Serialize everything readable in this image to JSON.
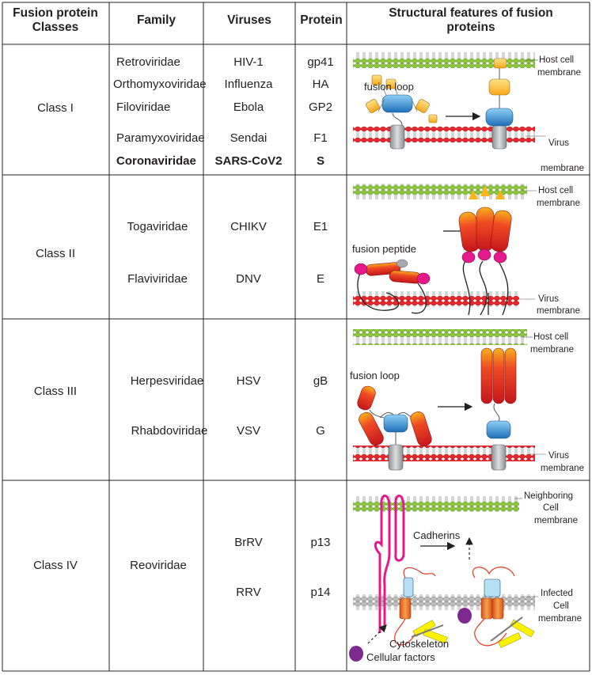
{
  "headers": {
    "classes": "Fusion protein Classes",
    "family": "Family",
    "viruses": "Viruses",
    "protein": "Protein",
    "features": "Structural features of fusion proteins"
  },
  "class1": {
    "name": "Class I",
    "rows": [
      {
        "family": "Retroviridae",
        "virus": "HIV-1",
        "protein": "gp41"
      },
      {
        "family": "Orthomyxoviridae",
        "virus": "Influenza",
        "protein": "HA"
      },
      {
        "family": "Filoviridae",
        "virus": "Ebola",
        "protein": "GP2"
      },
      {
        "family": "Paramyxoviridae",
        "virus": "Sendai",
        "protein": "F1"
      },
      {
        "family": "Coronaviridae",
        "virus": "SARS-CoV2",
        "protein": "S"
      }
    ],
    "label_loop": "fusion loop",
    "label_host_1": "Host cell",
    "label_host_2": "membrane",
    "label_virus_1": "Virus",
    "label_virus_2": "membrane"
  },
  "class2": {
    "name": "Class II",
    "rows": [
      {
        "family": "Togaviridae",
        "virus": "CHIKV",
        "protein": "E1"
      },
      {
        "family": "Flaviviridae",
        "virus": "DNV",
        "protein": "E"
      }
    ],
    "label_peptide": "fusion peptide",
    "label_host_1": "Host cell",
    "label_host_2": "membrane",
    "label_virus_1": "Virus",
    "label_virus_2": "membrane"
  },
  "class3": {
    "name": "Class III",
    "rows": [
      {
        "family": "Herpesviridae",
        "virus": "HSV",
        "protein": "gB"
      },
      {
        "family": "Rhabdoviridae",
        "virus": "VSV",
        "protein": "G"
      }
    ],
    "label_loop": "fusion loop",
    "label_host_1": "Host cell",
    "label_host_2": "membrane",
    "label_virus_1": "Virus",
    "label_virus_2": "membrane"
  },
  "class4": {
    "name": "Class IV",
    "family": "Reoviridae",
    "rows": [
      {
        "virus": "BrRV",
        "protein": "p13"
      },
      {
        "virus": "RRV",
        "protein": "p14"
      }
    ],
    "label_neighbor_1": "Neighboring",
    "label_neighbor_2": "Cell",
    "label_neighbor_3": "membrane",
    "label_cadherins": "Cadherins",
    "label_infected_1": "Infected",
    "label_infected_2": "Cell",
    "label_infected_3": "membrane",
    "label_cytoskeleton": "Cytoskeleton",
    "label_factors": "Cellular factors"
  },
  "colors": {
    "host_lipid": "#8cc63f",
    "virus_lipid": "#e8262c",
    "infected_lipid": "#bdbdbd",
    "yellow": "#f9b51b",
    "blue": "#2b8fd6",
    "grey": "#a7a9ac",
    "red": "#e23a24",
    "magenta": "#e5198b",
    "purple": "#7d2a8e",
    "orange": "#f26a24",
    "cytoskeleton": "#fff200"
  }
}
